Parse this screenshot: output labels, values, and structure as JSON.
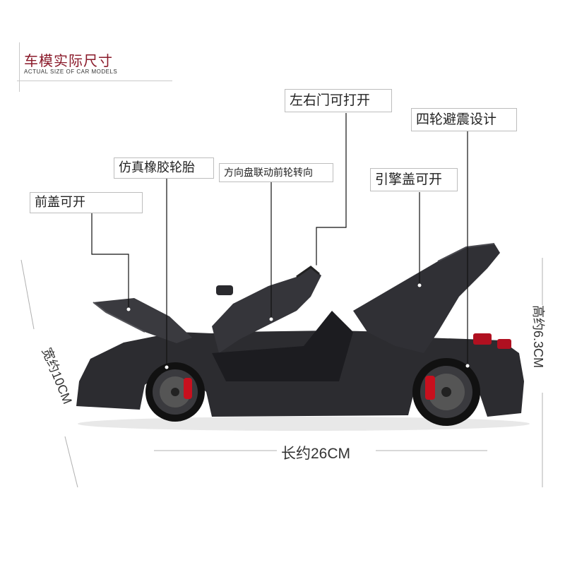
{
  "header": {
    "title": "车模实际尺寸",
    "subtitle": "ACTUAL SIZE OF CAR MODELS"
  },
  "callouts": {
    "doors": "左右门可打开",
    "suspension": "四轮避震设计",
    "tires": "仿真橡胶轮胎",
    "steering": "方向盘联动前轮转向",
    "engine_hood": "引擎盖可开",
    "front_hood": "前盖可开"
  },
  "dimensions": {
    "length": "长约26CM",
    "height": "高约6.3CM",
    "width": "宽约10CM"
  },
  "colors": {
    "header_title": "#8a1a2a",
    "car_body": "#2c2c30",
    "brake_caliper": "#c8101e",
    "frame_line": "#bdbdbd"
  }
}
